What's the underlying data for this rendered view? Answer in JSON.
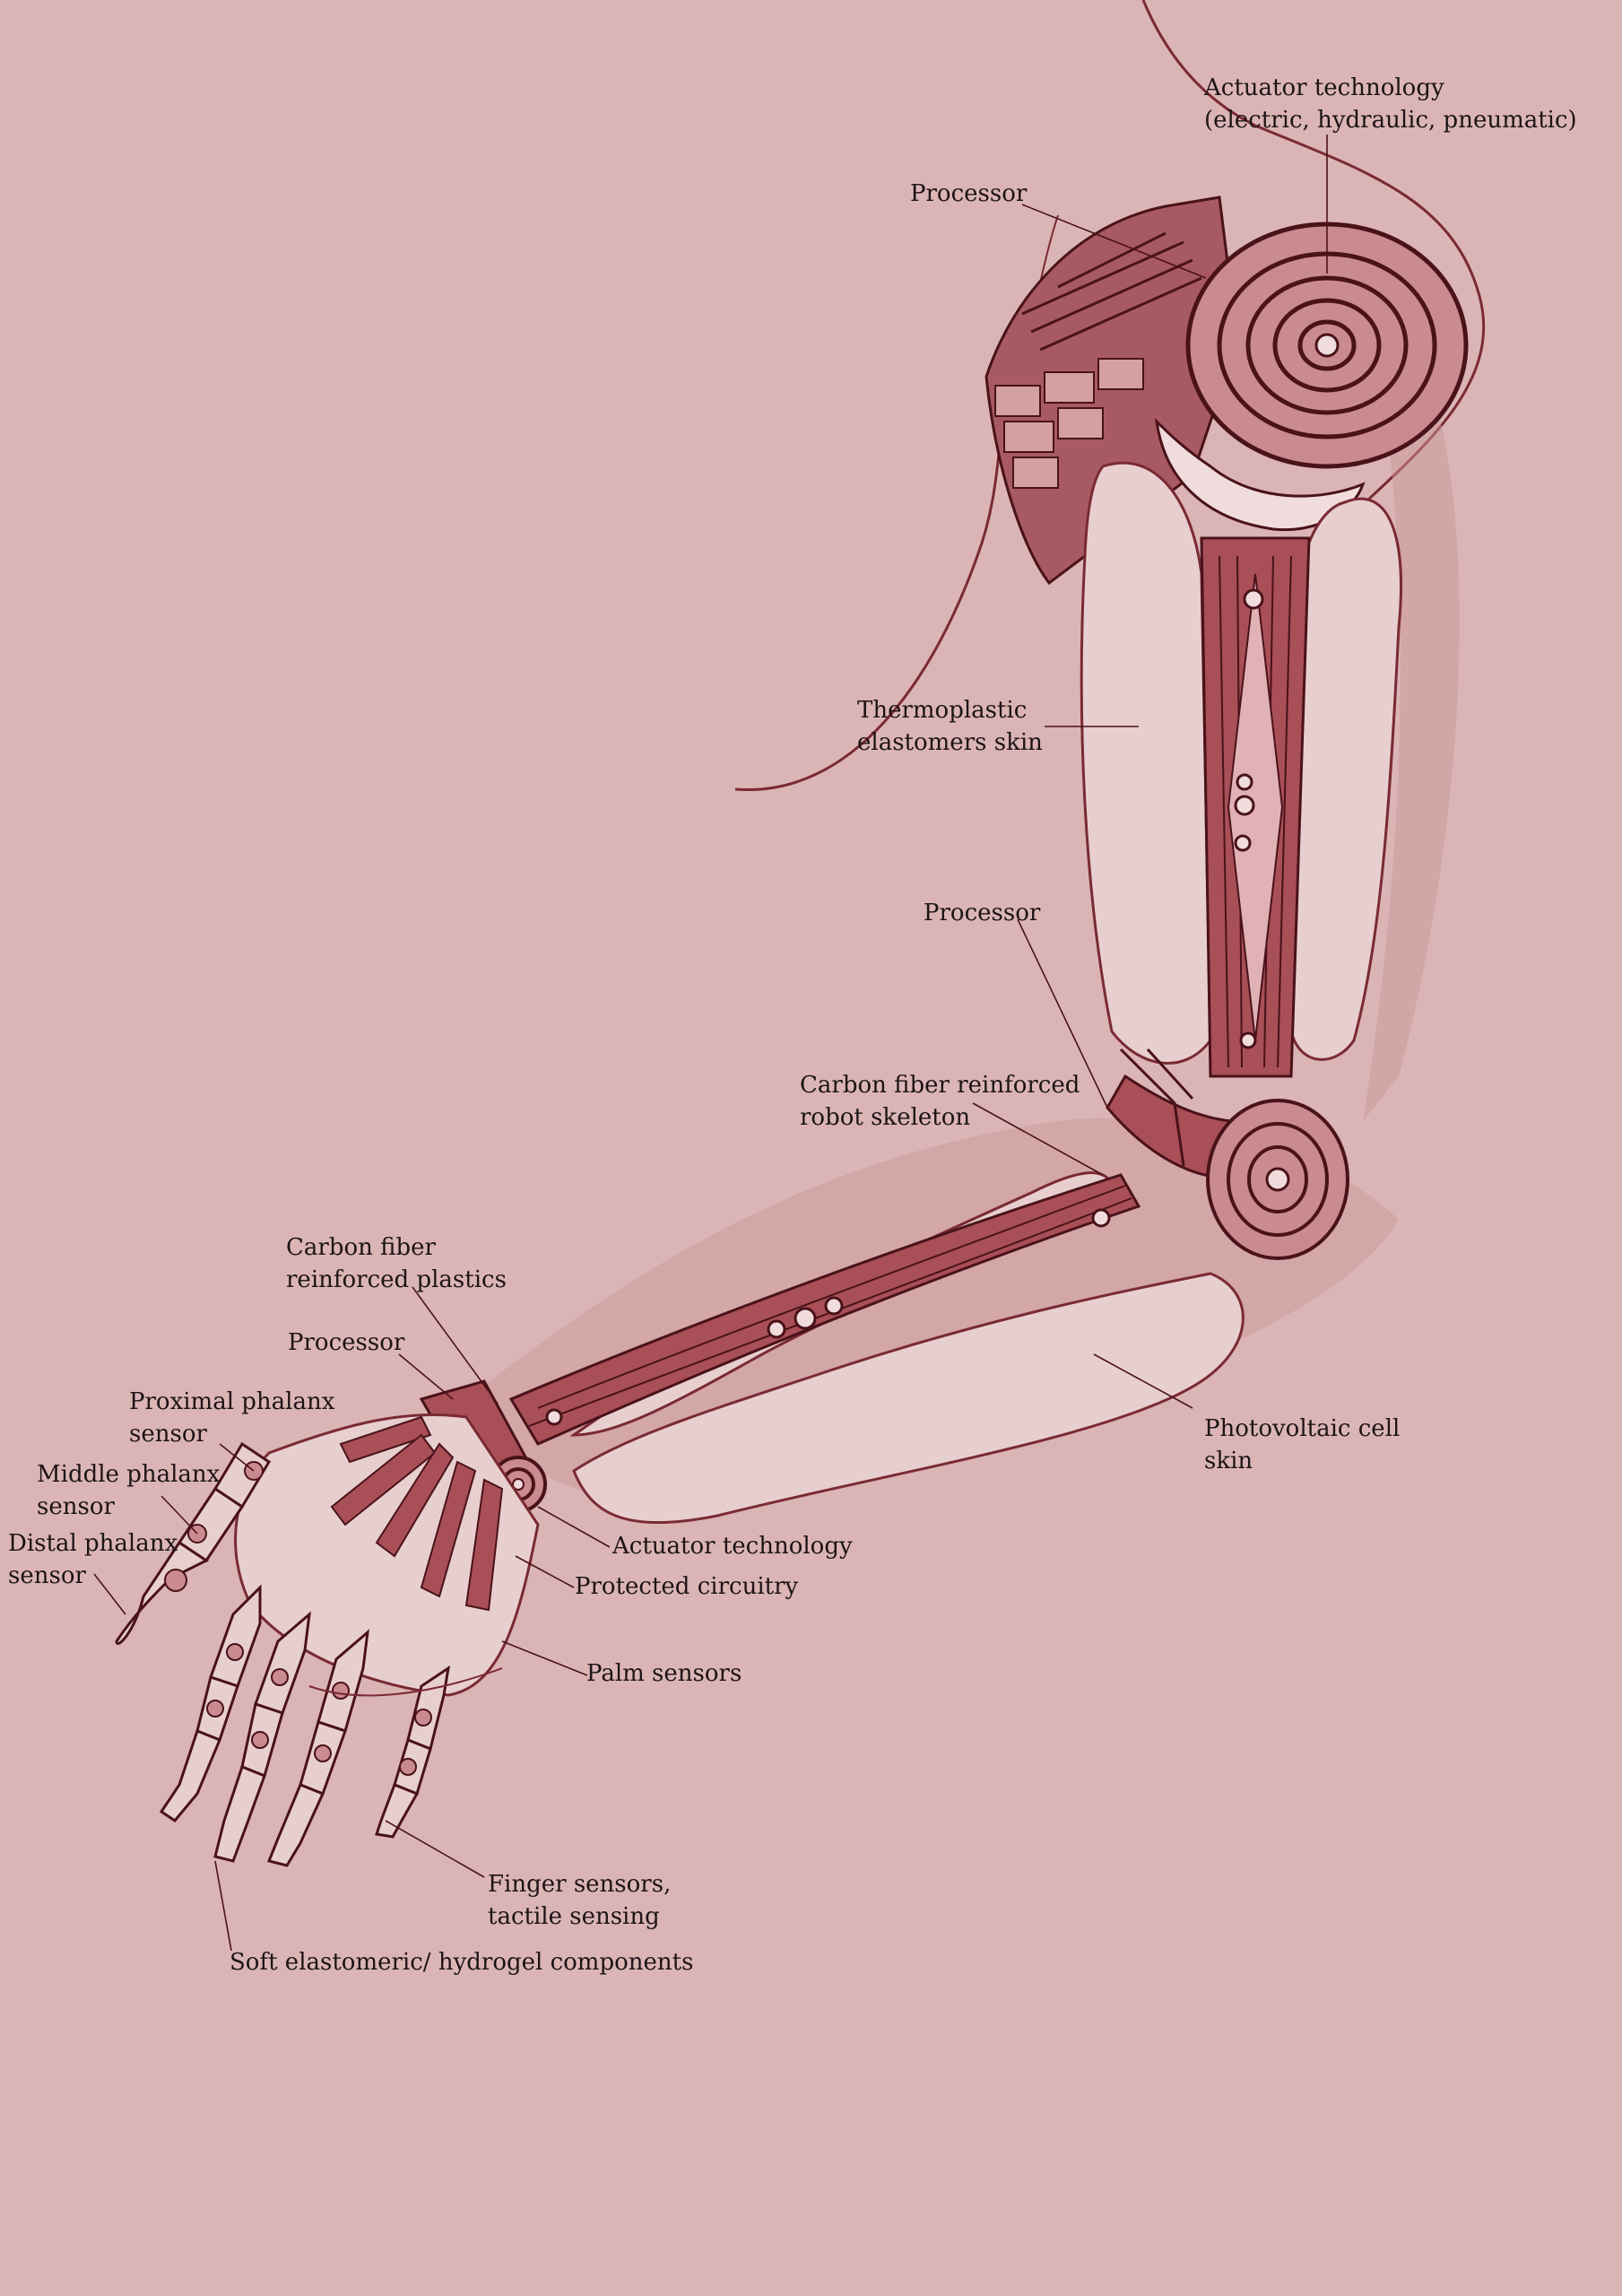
{
  "labels": {
    "actuator_top": {
      "line1": "Actuator technology",
      "line2": "(electric, hydraulic, pneumatic)"
    },
    "processor_shoulder": {
      "line1": "Processor"
    },
    "tpe_skin": {
      "line1": "Thermoplastic",
      "line2": "elastomers skin"
    },
    "processor_elbow": {
      "line1": "Processor"
    },
    "cf_skeleton": {
      "line1": "Carbon fiber reinforced",
      "line2": "robot skeleton"
    },
    "cf_plastics": {
      "line1": "Carbon fiber",
      "line2": "reinforced plastics"
    },
    "processor_wrist": {
      "line1": "Processor"
    },
    "proximal": {
      "line1": "Proximal phalanx",
      "line2": "sensor"
    },
    "middle": {
      "line1": "Middle phalanx",
      "line2": "sensor"
    },
    "distal": {
      "line1": "Distal phalanx",
      "line2": "sensor"
    },
    "actuator_wrist": {
      "line1": "Actuator technology"
    },
    "protected": {
      "line1": "Protected circuitry"
    },
    "palm": {
      "line1": "Palm sensors"
    },
    "pv_skin": {
      "line1": "Photovoltaic cell",
      "line2": "skin"
    },
    "finger": {
      "line1": "Finger sensors,",
      "line2": "tactile sensing"
    },
    "soft": {
      "line1": "Soft elastomeric/ hydrogel components"
    }
  },
  "colors": {
    "background": "#dbb5b6",
    "ink": "#7a2a33",
    "dark_ink": "#4a1219",
    "skin": "#e8cfcf",
    "label_text": "#1d1416"
  }
}
